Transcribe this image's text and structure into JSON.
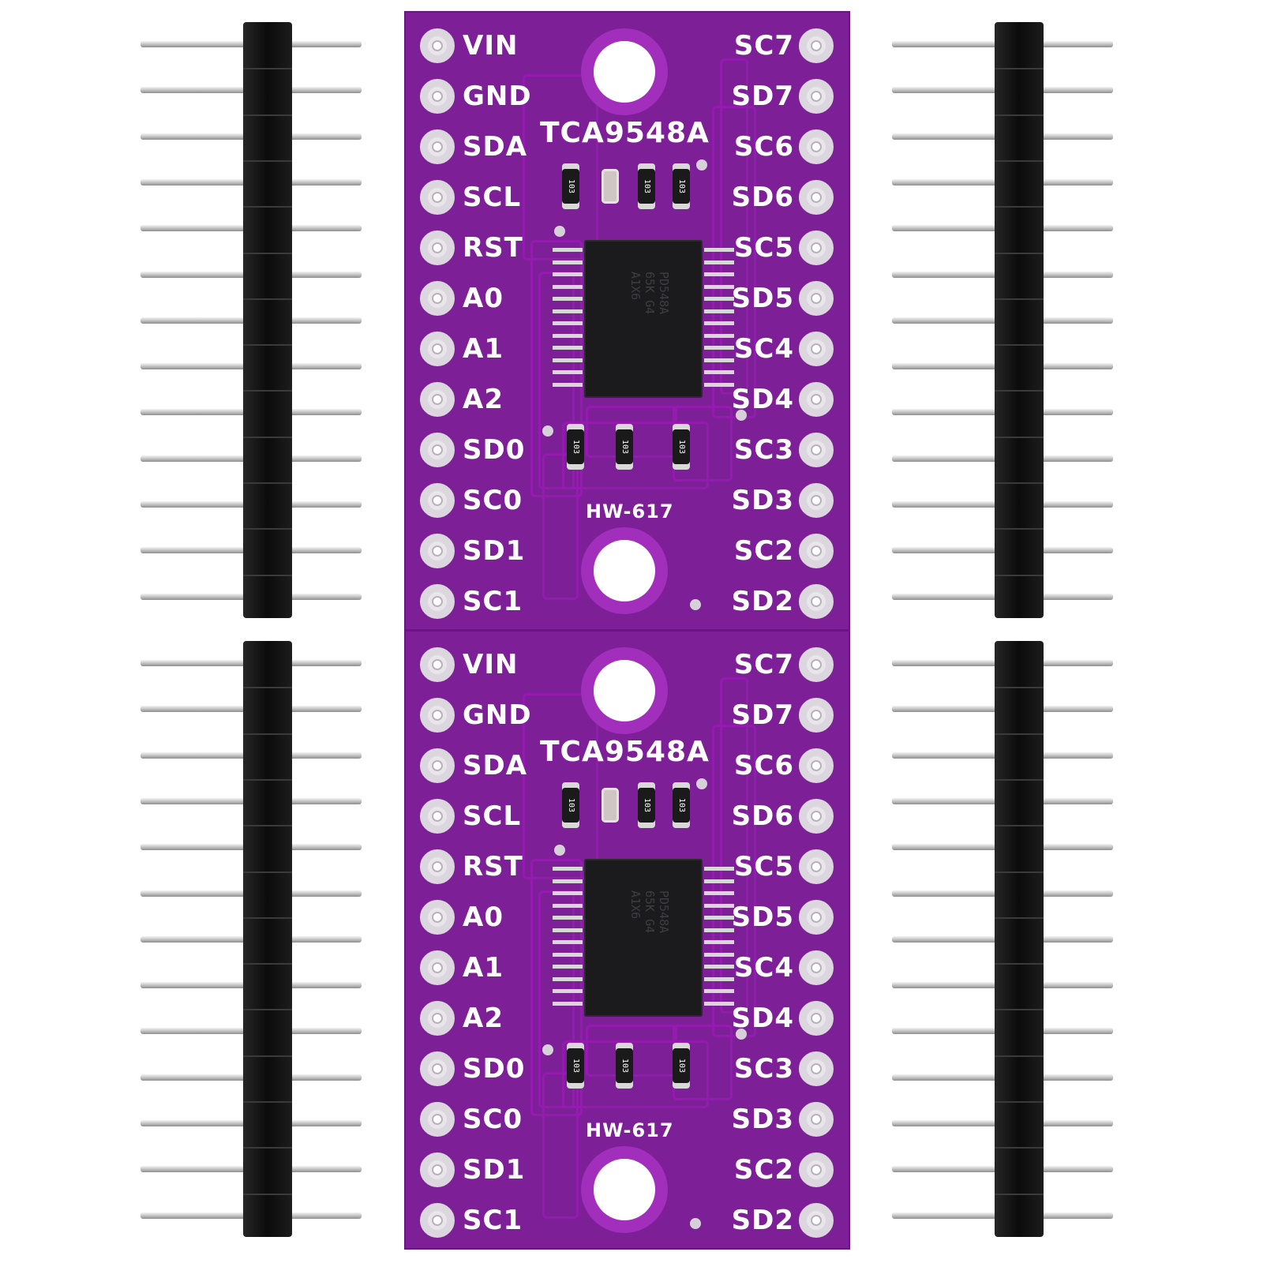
{
  "product": {
    "chip_name": "TCA9548A",
    "board_model": "HW-617",
    "chip_marking": [
      "PD548A",
      "65K G4",
      "A1X6"
    ],
    "resistor_code": "103",
    "pcb_color": "#7d1f97",
    "silk_color": "#ffffff",
    "header_color": "#111111"
  },
  "left_pins": [
    "VIN",
    "GND",
    "SDA",
    "SCL",
    "RST",
    "A0",
    "A1",
    "A2",
    "SD0",
    "SC0",
    "SD1",
    "SC1"
  ],
  "right_pins": [
    "SC7",
    "SD7",
    "SC6",
    "SD6",
    "SC5",
    "SD5",
    "SC4",
    "SD4",
    "SC3",
    "SD3",
    "SC2",
    "SD2"
  ],
  "board_count": 2,
  "header_count": 4,
  "pins_per_header": 13
}
